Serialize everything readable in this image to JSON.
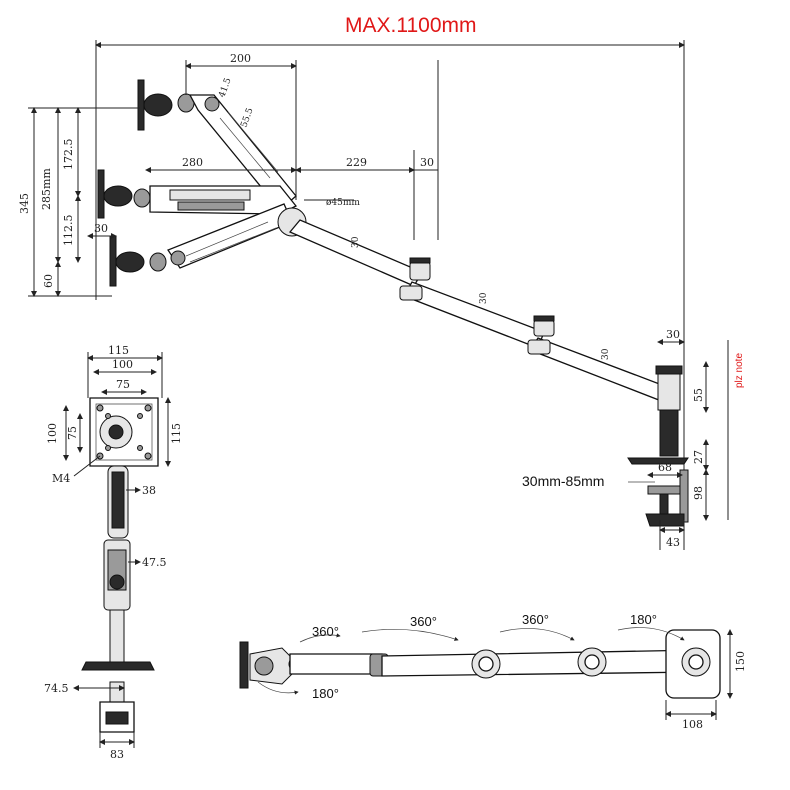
{
  "title": "MAX.1100mm",
  "side_view": {
    "labels": {
      "d200": "200",
      "d41_5": "41.5",
      "d55_5": "55.5",
      "d280": "280",
      "d229": "229",
      "d30_top": "30",
      "d45": "ø45mm",
      "d285": "285mm",
      "d172_5": "172.5",
      "d345": "345",
      "d112_5": "112.5",
      "d30_left": "30",
      "d60": "60",
      "seg_a": "30",
      "seg_b": "30",
      "seg_c": "30",
      "d30_pole": "30",
      "d55": "55",
      "d27": "27",
      "d98": "98",
      "d68": "68",
      "d43": "43",
      "clamp_range": "30mm-85mm",
      "note": "plz note"
    }
  },
  "front_view": {
    "labels": {
      "d115_top": "115",
      "d100_top": "100",
      "d75_top": "75",
      "d100_left": "100",
      "d75_left": "75",
      "d115_right": "115",
      "m4": "M4",
      "d38": "38",
      "d47_5": "47.5",
      "d74_5": "74.5",
      "d83": "83"
    }
  },
  "top_view": {
    "labels": {
      "r1": "360°",
      "r2": "360°",
      "r3": "360°",
      "r4": "180°",
      "r5": "180°",
      "d150": "150",
      "d108": "108"
    }
  }
}
